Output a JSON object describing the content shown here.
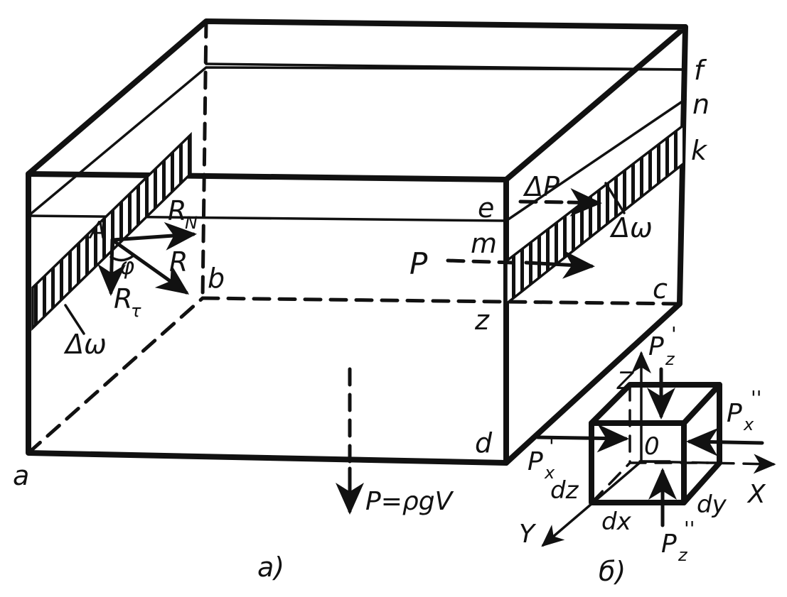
{
  "labels": {
    "a_point": "a",
    "b_point": "b",
    "c_point": "c",
    "d_point": "d",
    "e_point": "e",
    "f_point": "f",
    "n_point": "n",
    "k_point": "k",
    "m_point": "m",
    "z_point": "z",
    "A_point": "A",
    "R_N": "R",
    "R_N_sub": "N",
    "R": "R",
    "R_tau": "R",
    "R_tau_sub": "τ",
    "phi": "φ",
    "delta_omega_left": "Δω",
    "delta_omega_right": "Δω",
    "delta_P": "ΔP",
    "P_left": "P",
    "weight": "P=ρgV",
    "Pz_prime": "P",
    "Pz_prime_sub": "z",
    "Pz_prime_mark": "'",
    "Px_dprime": "P",
    "Px_dprime_sub": "x",
    "Px_dprime_mark": "''",
    "Px_prime": "P",
    "Px_prime_sub": "x",
    "Px_prime_mark": "'",
    "Pz_dprime": "P",
    "Pz_dprime_sub": "z",
    "Pz_dprime_mark": "''",
    "axis_X": "X",
    "axis_Y": "Y",
    "axis_Z": "Z",
    "origin_O": "0",
    "dx": "dx",
    "dy": "dy",
    "dz": "dz",
    "caption_a": "a)",
    "caption_b": "б)"
  }
}
